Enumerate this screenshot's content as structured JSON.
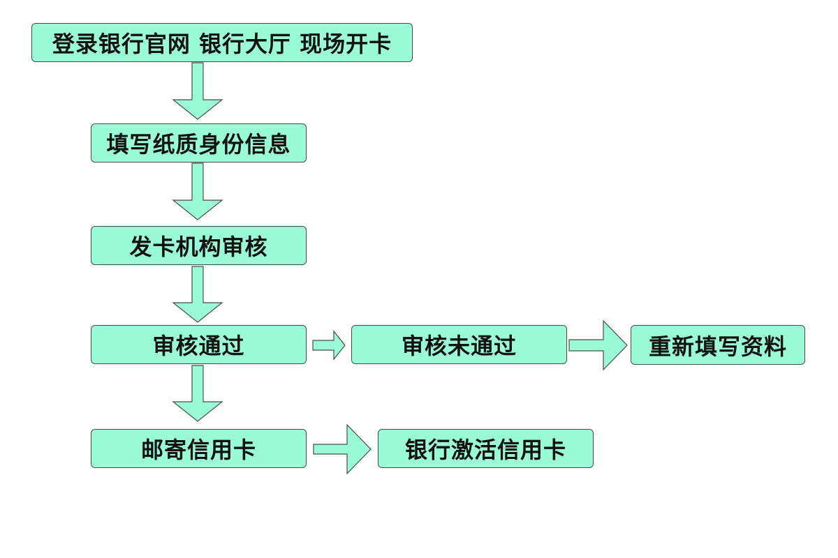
{
  "colors": {
    "box_fill": "#99fcd6",
    "stroke": "#4a4a4a",
    "text": "#111111"
  },
  "flow": {
    "step_login": "登录银行官网  银行大厅  现场开卡",
    "step_fill_info": "填写纸质身份信息",
    "step_review": "发卡机构审核",
    "step_approved": "审核通过",
    "step_rejected": "审核未通过",
    "step_refill": "重新填写资料",
    "step_mail_card": "邮寄信用卡",
    "step_activate": "银行激活信用卡"
  }
}
